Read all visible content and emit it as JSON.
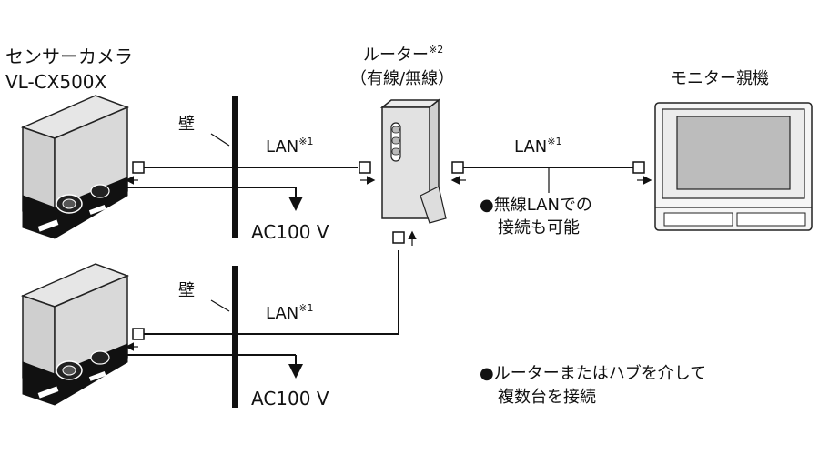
{
  "camera": {
    "name_line1": "センサーカメラ",
    "name_line2": "VL-CX500X"
  },
  "router": {
    "name": "ルーター",
    "name_note": "※2",
    "type": "（有線/無線）"
  },
  "monitor": {
    "name": "モニター親機"
  },
  "wall_label": "壁",
  "lan_label": "LAN",
  "lan_note": "※1",
  "ac_label": "AC100 V",
  "notes": {
    "wireless_line1": "●無線LANでの",
    "wireless_line2": "接続も可能",
    "hub_line1": "●ルーターまたはハブを介して",
    "hub_line2": "複数台を接続"
  },
  "colors": {
    "device_fill": "#d8d8d8",
    "device_side": "#bdbdbd",
    "line": "#111111",
    "screen": "#bcbcbc"
  }
}
